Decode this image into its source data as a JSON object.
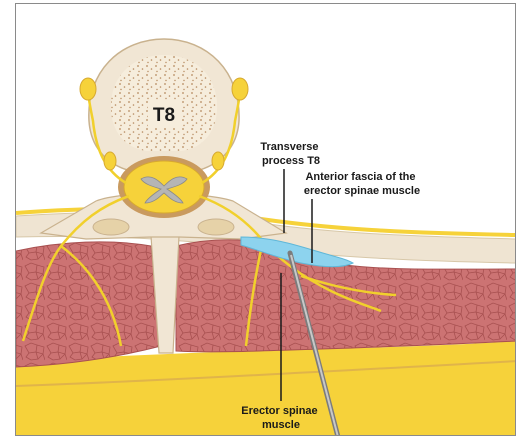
{
  "diagram": {
    "vertebra_label": "T8",
    "labels": {
      "transverse_process": [
        "Transverse",
        "process T8"
      ],
      "anterior_fascia": [
        "Anterior fascia of the",
        "erector spinae muscle"
      ],
      "erector_spinae": [
        "Erector spinae",
        "muscle"
      ]
    },
    "colors": {
      "bone": "#f1e6d4",
      "bone_outline": "#c9b28e",
      "muscle": "#cc7373",
      "fat": "#f6d23a",
      "fascia": "#efe4d2",
      "injectate": "#8dd3ee",
      "needle": "#9a9a9a",
      "nerve": "#f1d02c"
    },
    "icons": [
      "vertebra-body",
      "spinal-cord",
      "nerve-roots",
      "needle"
    ]
  }
}
